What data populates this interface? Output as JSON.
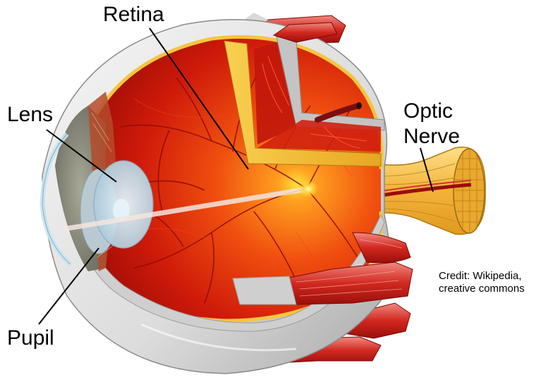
{
  "labels": {
    "retina": "Retina",
    "lens": "Lens",
    "pupil": "Pupil",
    "optic_nerve_line1": "Optic",
    "optic_nerve_line2": "Nerve"
  },
  "credit": {
    "line1": "Credit: Wikipedia,",
    "line2": "creative commons"
  },
  "colors": {
    "retina_red": "#c81a0a",
    "retina_orange": "#ff7a10",
    "sclera": "#e4e4e4",
    "muscle": "#d8342c",
    "nerve": "#f0b43a",
    "iris": "#8f8f80"
  }
}
